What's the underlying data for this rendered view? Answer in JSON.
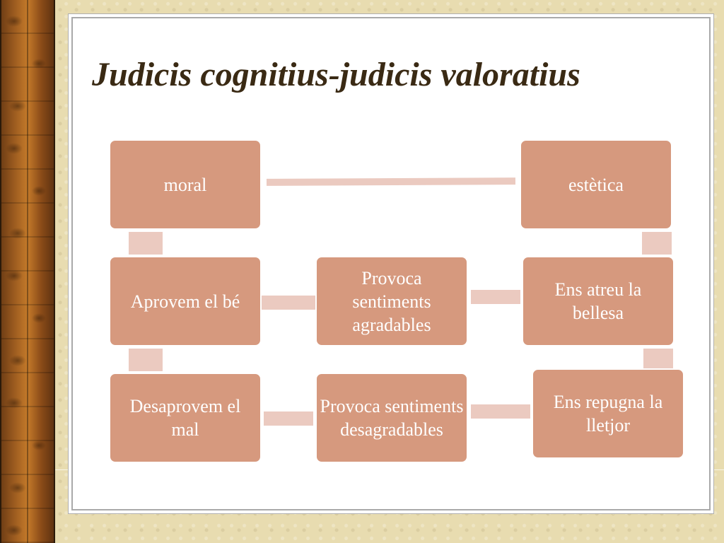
{
  "slide": {
    "title": "Judicis cognitius-judicis valoratius"
  },
  "diagram": {
    "nodes": {
      "moral": "moral",
      "estetica": "estètica",
      "aprovem": "Aprovem el bé",
      "provoca_agradables": "Provoca sentiments agradables",
      "atreu": "Ens atreu la bellesa",
      "desaprovem": "Desaprovem el mal",
      "provoca_desagradables": "Provoca sentiments desagradables",
      "repugna": "Ens repugna la lletjor"
    },
    "colors": {
      "node_fill": "#d6997e",
      "node_text": "#ffffff",
      "connector": "#ebcac0",
      "title_text": "#3a2a14"
    }
  }
}
